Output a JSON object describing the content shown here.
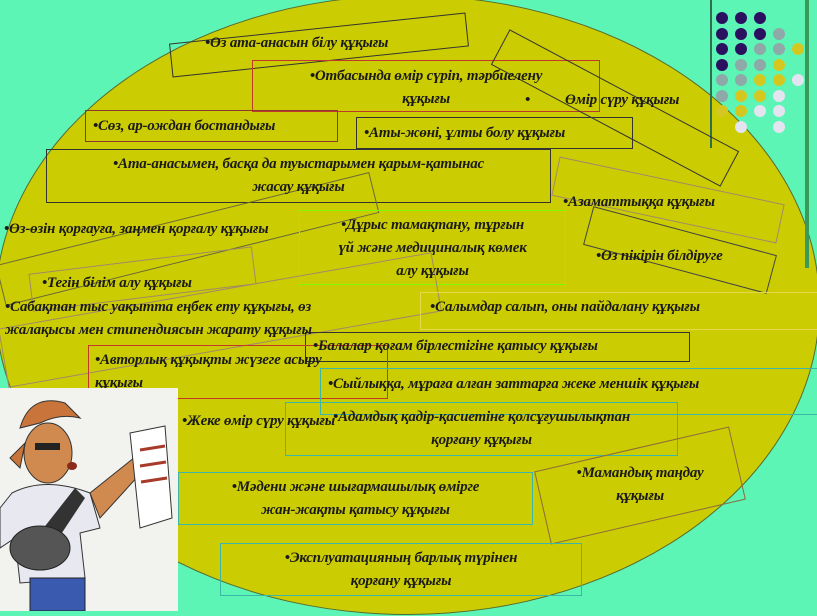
{
  "items": [
    {
      "lines": [
        "•Өз ата-анасын білу құқығы"
      ]
    },
    {
      "lines": [
        "•Отбасында өмір сүріп, тәрбиелену",
        "құқығы"
      ]
    },
    {
      "lines": [
        "•",
        "Өмір сүру құқығы"
      ]
    },
    {
      "lines": [
        "•Сөз, ар-ождан бостандығы"
      ]
    },
    {
      "lines": [
        "•Аты-жөні, ұлты болу құқығы"
      ]
    },
    {
      "lines": [
        "•Ата-анасымен, басқа да туыстарымен қарым-қатынас",
        "жасау құқығы"
      ]
    },
    {
      "lines": [
        "•Азаматтыққа құқығы"
      ]
    },
    {
      "lines": [
        "•Өз-өзін қорғауға, заңмен қорғалу құқығы"
      ]
    },
    {
      "lines": [
        "•Дұрыс тамақтану, тұрғын",
        "үй және медициналық көмек",
        "алу құқығы"
      ]
    },
    {
      "lines": [
        "•Өз пікірін білдіруге"
      ]
    },
    {
      "lines": [
        "•Тегін білім алу құқығы"
      ]
    },
    {
      "lines": [
        "•Сабақтан тыс уақытта еңбек ету құқығы, өз",
        "жалақысы мен стипендиясын жарату құқығы"
      ]
    },
    {
      "lines": [
        "•Салымдар салып, оны пайдалану құқығы"
      ]
    },
    {
      "lines": [
        "•Балалар қоғам бірлестігіне қатысу құқығы"
      ]
    },
    {
      "lines": [
        "•Авторлық құқықты жүзеге асыру",
        "құқығы"
      ]
    },
    {
      "lines": [
        "•Сыйлыққа, мұраға алған заттарға жеке меншік құқығы"
      ]
    },
    {
      "lines": [
        "•Жеке өмір сүру құқығы"
      ]
    },
    {
      "lines": [
        "•Адамдық қадір-қасиетіне қолсұғушылықтан",
        "қорғану құқығы"
      ]
    },
    {
      "lines": [
        "•Мамандық таңдау",
        "құқығы"
      ]
    },
    {
      "lines": [
        "•Мәдени және шығармашылық өмірге",
        "жан-жақты қатысу құқығы"
      ]
    },
    {
      "lines": [
        "•Эксплуатацияның барлық түрінен",
        "қорғану құқығы"
      ]
    }
  ],
  "colors": {
    "background": "#5cf5b6",
    "ellipse": "#cccc02",
    "purple": "#2b1060",
    "gray": "#8fa8a8",
    "yellow": "#d4c820",
    "white": "#e4e4f0"
  }
}
